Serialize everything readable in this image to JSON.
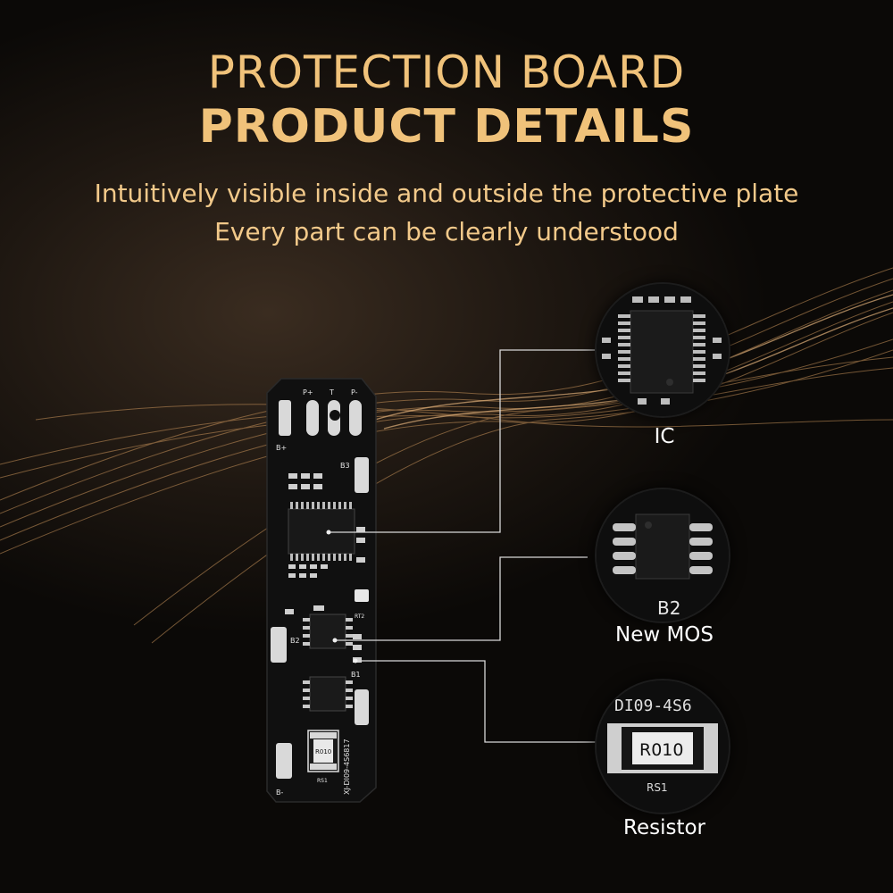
{
  "header": {
    "title_line1": "PROTECTION BOARD",
    "title_line2": "PRODUCT DETAILS",
    "subtitle_line1": "Intuitively visible inside and outside the protective plate",
    "subtitle_line2": "Every part can be clearly understood"
  },
  "board": {
    "labels": {
      "p_plus": "P+",
      "t": "T",
      "p_minus": "P-",
      "b_plus": "B+",
      "b3": "B3",
      "b2": "B2",
      "b1": "B1",
      "b_minus": "B-",
      "rt2": "RT2",
      "rs1": "RS1",
      "resistor_code": "R010",
      "model": "XJ-DI09-4S6817"
    }
  },
  "callouts": [
    {
      "caption": "IC",
      "icon": "ic-chip-closeup"
    },
    {
      "caption": "New MOS",
      "icon": "mosfet-closeup",
      "zoom_label": "B2"
    },
    {
      "caption": "Resistor",
      "icon": "resistor-closeup",
      "zoom_label": "R010",
      "zoom_silk_top": "DI09-4S6",
      "zoom_silk_bottom": "RS1"
    }
  ],
  "colors": {
    "gold": "#f0c27a",
    "white": "#ffffff",
    "pcb": "#0f0f0f"
  }
}
